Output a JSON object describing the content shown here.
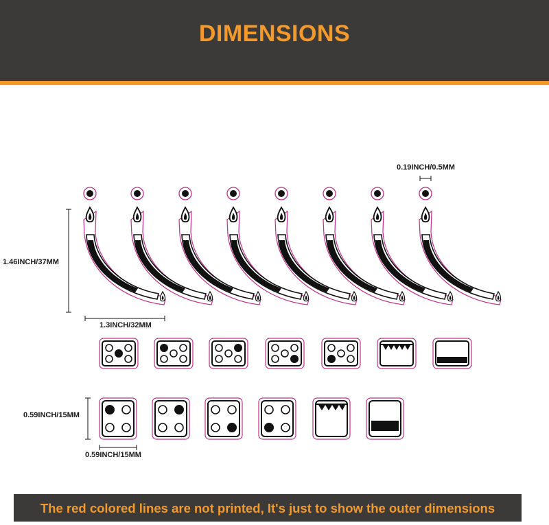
{
  "header": {
    "title": "DIMENSIONS"
  },
  "dimensions": {
    "dot_diameter": "0.19INCH/0.5MM",
    "arc_height": "1.46INCH/37MM",
    "arc_width": "1.3INCH/32MM",
    "icon_height": "0.59INCH/15MM",
    "icon_width": "0.59INCH/15MM"
  },
  "footer": {
    "note": "The red colored lines are not printed, It's just to show the outer dimensions"
  },
  "colors": {
    "header_bg": "#3b3a38",
    "accent": "#f39a2a",
    "outline": "#c0308c"
  },
  "figure": {
    "candle_arc_count": 8,
    "row1_icons": [
      "dice-5-dot-center",
      "dice-5-dot-top-left",
      "dice-5-dot-top-right",
      "dice-5-dot-bottom-right",
      "dice-5-dot-bottom-left",
      "oven-grill-icon",
      "oven-bottom-heat-icon"
    ],
    "row2_icons": [
      "dice-4-dot-top-left",
      "dice-4-dot-top-right",
      "dice-4-dot-bottom-right",
      "dice-4-dot-bottom-left",
      "oven-grill-icon",
      "oven-bottom-heat-icon"
    ]
  }
}
